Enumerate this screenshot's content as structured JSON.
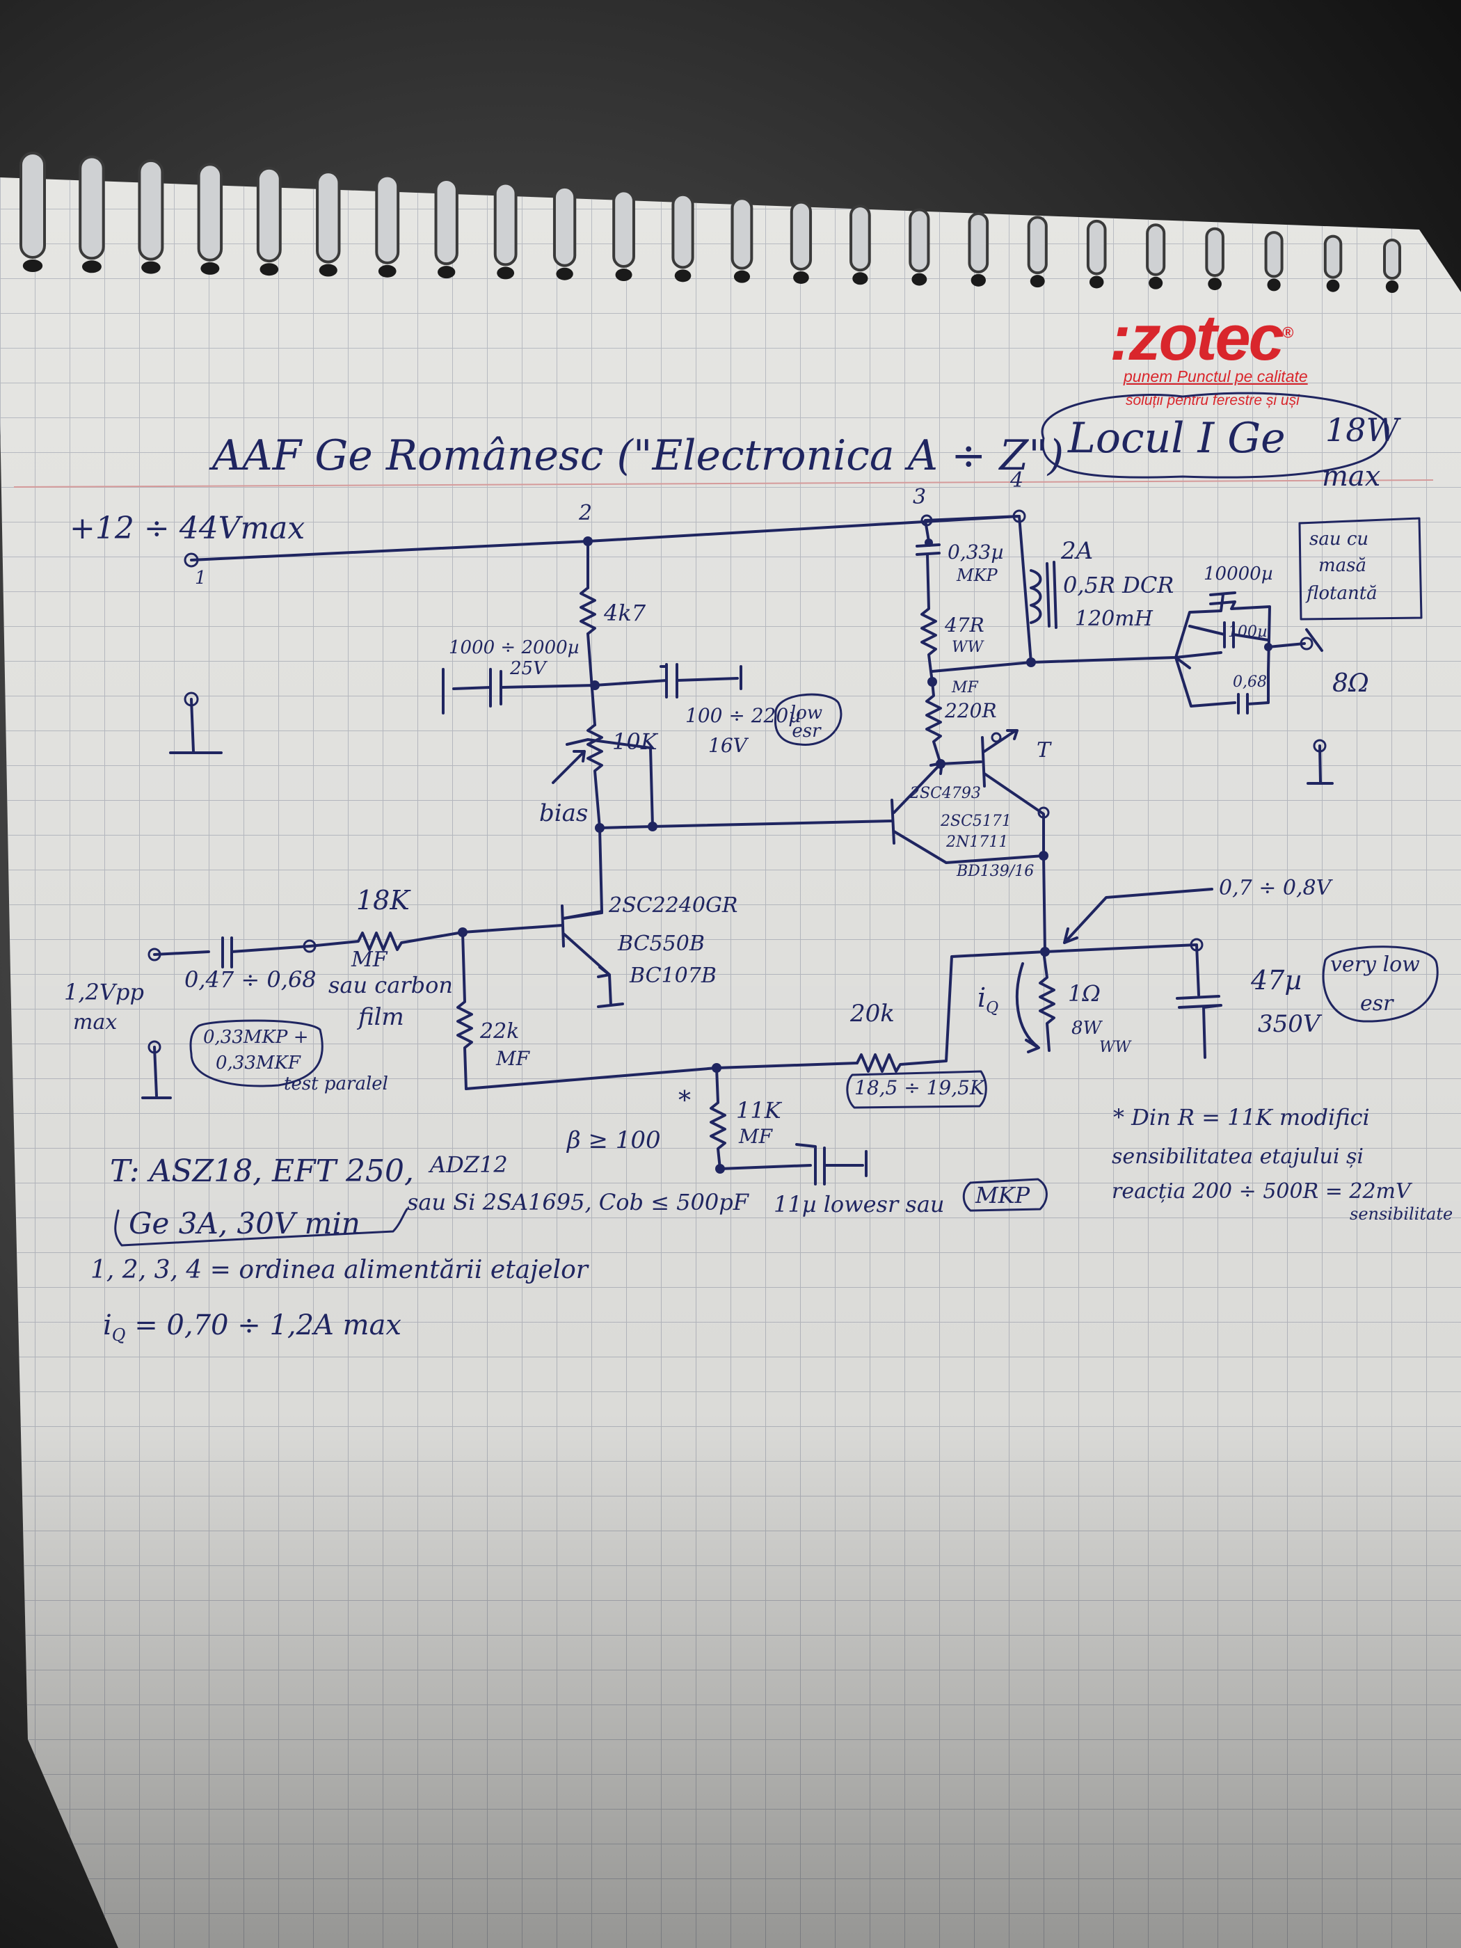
{
  "colors": {
    "ink": "#1f2560",
    "brand": "#d9262c",
    "paper": "#e9e9e7",
    "grid": "#b9bcc2",
    "margin": "#d89a9a"
  },
  "logo": {
    "brand": ":zotec",
    "registered": "®",
    "slogan1": "punem Punctul pe calitate",
    "slogan2": "soluții pentru ferestre și uși"
  },
  "title": "AAF Ge Românesc (\"Electronica A ÷ Z\")",
  "corner_note": {
    "line1": "Locul I Ge",
    "power": "18W",
    "max": "max"
  },
  "supply": {
    "label": "+12 ÷ 44Vmax",
    "pin": "1"
  },
  "rail_numbers": [
    "2",
    "3",
    "4"
  ],
  "components": {
    "r_4k7": "4k7",
    "cap_1000": "1000 ÷ 2000µ",
    "cap_1000_v": "25V",
    "cap_100": "100 ÷ 220µ",
    "cap_100_v": "16V",
    "cap_100_note": "low esr",
    "pot_10k": "10K",
    "bias": "bias",
    "cap_033": "0,33µ",
    "cap_033_type": "MKP",
    "r_47": "47R",
    "r_47_type": "WW",
    "r_220_type": "MF",
    "r_220": "220R",
    "inductor_current": "2A",
    "inductor_dcr": "0,5R DCR",
    "inductor_l": "120mH",
    "cap_10000": "10000µ",
    "cap_100u_out": "100µ",
    "cap_068": "0,68",
    "floating": [
      "sau cu",
      "masă",
      "flotantă"
    ],
    "speaker": "8Ω",
    "t_label": "T",
    "driver": [
      "2SC4793",
      "2SC5171",
      "2N1711",
      "BD139/16"
    ],
    "input_tr": [
      "2SC2240GR",
      "BC550B",
      "BC107B"
    ],
    "vbias": "0,7 ÷ 0,8V",
    "r_18k": "18K",
    "r_18k_type": [
      "MF",
      "sau carbon",
      "film"
    ],
    "input_level": [
      "1,2Vpp",
      "max"
    ],
    "cap_in": "0,47 ÷ 0,68",
    "cap_in_opt": [
      "0,33MKP +",
      "0,33MKF"
    ],
    "cap_in_note": "test paralel",
    "r_22k": "22k",
    "r_22k_type": "MF",
    "iq": "i",
    "iq_sub": "Q",
    "r_1ohm": "1Ω",
    "r_1ohm_rating": "8W",
    "r_1ohm_type": "WW",
    "cap_47": "47µ",
    "cap_47_v": "350V",
    "cap_47_note": [
      "very low",
      "esr"
    ],
    "r_20k": "20k",
    "r_20k_range": "18,5 ÷ 19,5K",
    "r_11k": "11K",
    "r_11k_type": "MF",
    "star": "*",
    "cap_11": "11µ lowesr sau",
    "cap_11_alt": "MKP"
  },
  "notes": {
    "t_line_a": "T: ASZ18, EFT 250,",
    "t_line_a2": "ADZ12",
    "beta": "β ≥ 100",
    "t_line_b": "Ge 3A, 30V min",
    "t_line_b2": "sau Si 2SA1695, Cob ≤ 500pF",
    "order": "1, 2, 3, 4 = ordinea alimentării etajelor",
    "iq_range": "= 0,70 ÷ 1,2A max",
    "right_1": "* Din R = 11K modifici",
    "right_2": "sensibilitatea etajului și",
    "right_3": "reacția 200 ÷ 500R = 22mV",
    "right_4": "sensibilitate"
  }
}
